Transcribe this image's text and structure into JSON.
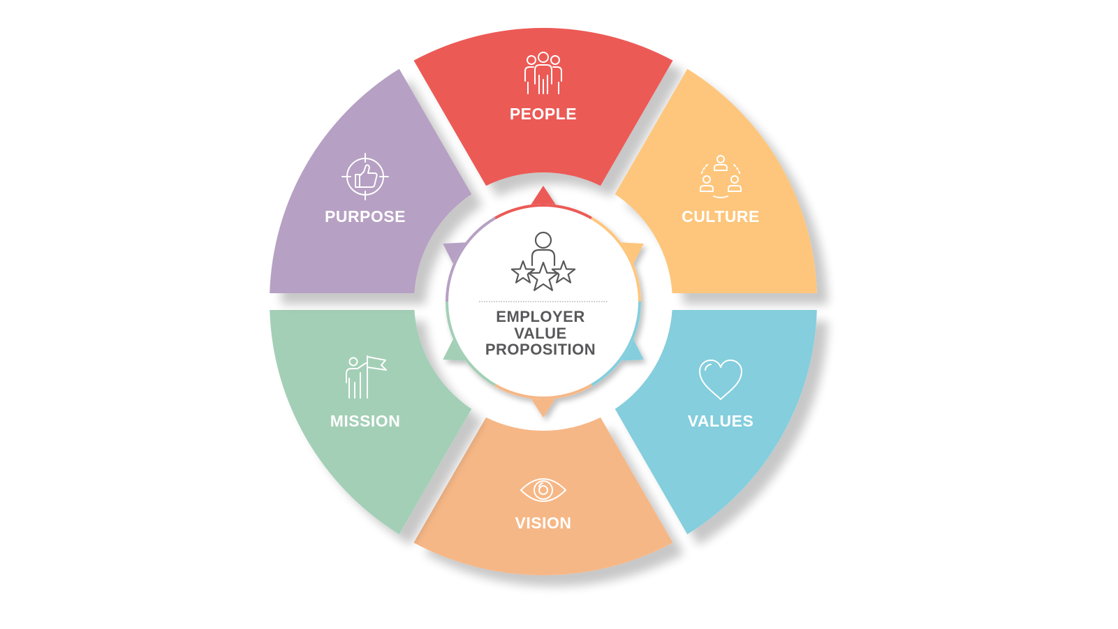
{
  "center": {
    "lines": [
      "EMPLOYER",
      "VALUE",
      "PROPOSITION"
    ],
    "icon": "person-with-stars-icon"
  },
  "segments": [
    {
      "label": "PEOPLE",
      "color": "#ec5a56",
      "icon": "group-of-people-icon"
    },
    {
      "label": "CULTURE",
      "color": "#fec67b",
      "icon": "connected-people-icon"
    },
    {
      "label": "VALUES",
      "color": "#84cedd",
      "icon": "heart-icon"
    },
    {
      "label": "VISION",
      "color": "#f6b786",
      "icon": "eye-icon"
    },
    {
      "label": "MISSION",
      "color": "#a3cfb6",
      "icon": "person-with-flag-icon"
    },
    {
      "label": "PURPOSE",
      "color": "#b6a0c3",
      "icon": "thumbs-up-target-icon"
    }
  ]
}
